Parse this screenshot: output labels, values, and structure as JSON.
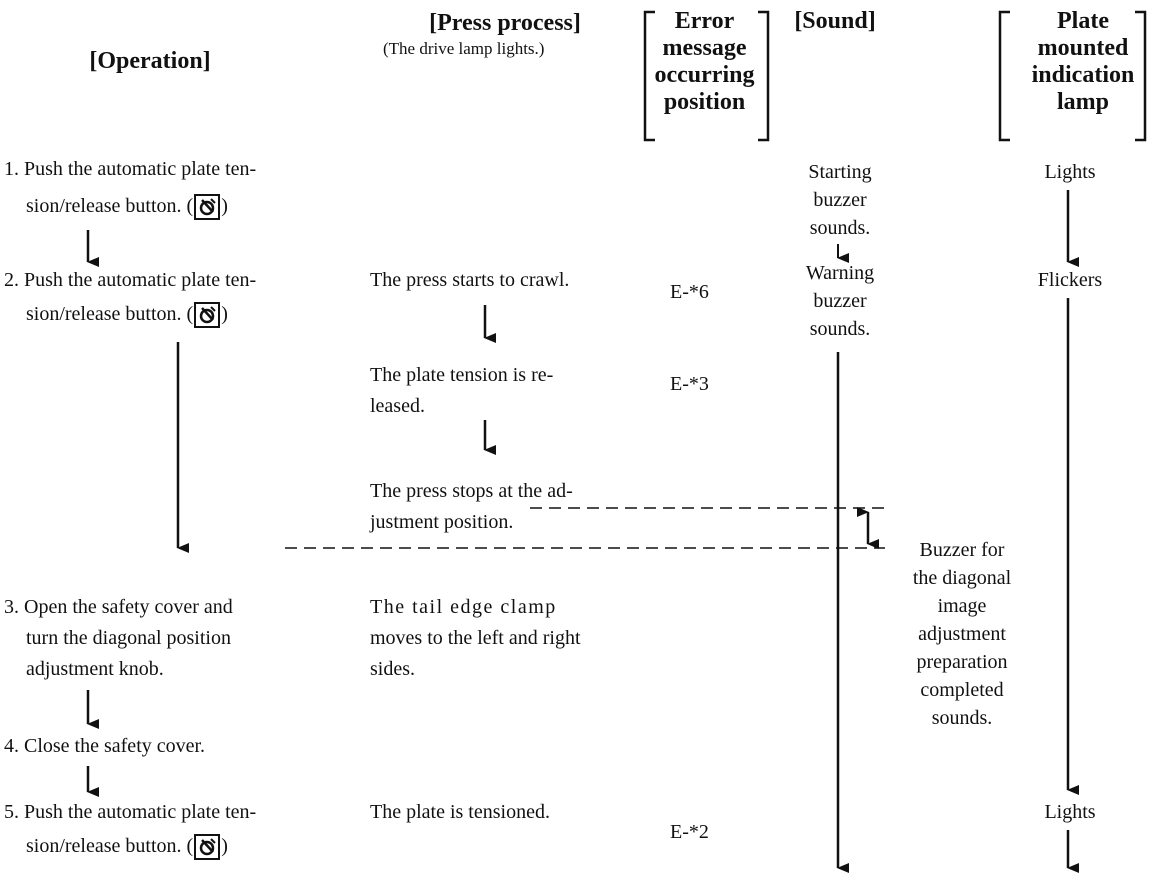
{
  "headers": {
    "operation": "[Operation]",
    "press_process": "[Press process]",
    "press_process_sub": "(The drive lamp lights.)",
    "error_line1": "Error",
    "error_line2": "message",
    "error_line3": "occurring",
    "error_line4": "position",
    "sound": "[Sound]",
    "plate_line1": "Plate",
    "plate_line2": "mounted",
    "plate_line3": "indication",
    "plate_line4": "lamp"
  },
  "operations": [
    {
      "line1": "1. Push the automatic plate ten-",
      "line2a": "sion/release button. (",
      "line2b": ")"
    },
    {
      "line1": "2. Push the automatic plate ten-",
      "line2a": "sion/release button. (",
      "line2b": ")"
    },
    {
      "line1": "3. Open the safety cover and",
      "line2": "turn the diagonal position",
      "line3": "adjustment knob."
    },
    {
      "line1": "4. Close the safety cover."
    },
    {
      "line1": "5. Push the automatic plate ten-",
      "line2a": "sion/release button. (",
      "line2b": ")"
    }
  ],
  "press_steps": [
    {
      "text": "The press starts to crawl."
    },
    {
      "line1": "The plate tension is re-",
      "line2": "leased."
    },
    {
      "line1": "The press stops at the ad-",
      "line2": "justment position."
    },
    {
      "line1": "The tail edge clamp",
      "line2": "moves to the left and right",
      "line3": "sides."
    },
    {
      "text": "The plate is tensioned."
    }
  ],
  "errors": [
    "E-*6",
    "E-*3",
    "E-*2"
  ],
  "sounds": {
    "starting": [
      "Starting",
      "buzzer",
      "sounds."
    ],
    "warning": [
      "Warning",
      "buzzer",
      "sounds."
    ],
    "diagonal": [
      "Buzzer for",
      "the diagonal",
      "image",
      "adjustment",
      "preparation",
      "completed",
      "sounds."
    ]
  },
  "lamp": {
    "lights1": "Lights",
    "flickers": "Flickers",
    "lights2": "Lights"
  },
  "icons": {
    "tension_button": "plate-tension-button-icon"
  }
}
